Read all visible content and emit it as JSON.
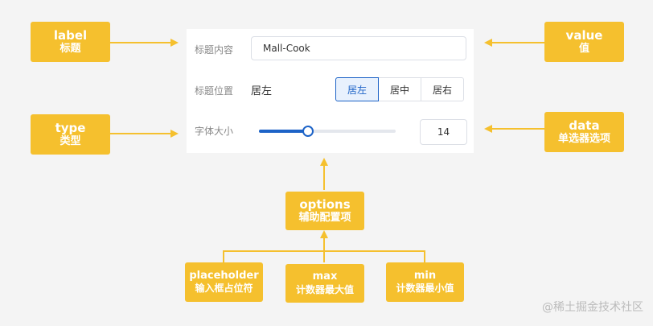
{
  "tags": {
    "label": {
      "en": "label",
      "zh": "标题"
    },
    "type": {
      "en": "type",
      "zh": "类型"
    },
    "value": {
      "en": "value",
      "zh": "值"
    },
    "data": {
      "en": "data",
      "zh": "单选器选项"
    },
    "options": {
      "en": "options",
      "zh": "辅助配置项"
    },
    "placeholder": {
      "en": "placeholder",
      "zh": "输入框占位符"
    },
    "max": {
      "en": "max",
      "zh": "计数器最大值"
    },
    "min": {
      "en": "min",
      "zh": "计数器最小值"
    }
  },
  "form": {
    "title_content_label": "标题内容",
    "title_content_value": "Mall-Cook",
    "title_position_label": "标题位置",
    "title_position_value": "居左",
    "position_options": [
      "居左",
      "居中",
      "居右"
    ],
    "position_selected": 0,
    "font_size_label": "字体大小",
    "font_size_value": "14",
    "slider_level": 0.35
  },
  "colors": {
    "accent": "#1d63c7",
    "tag": "#f5c02e"
  },
  "watermark": "@稀土掘金技术社区"
}
